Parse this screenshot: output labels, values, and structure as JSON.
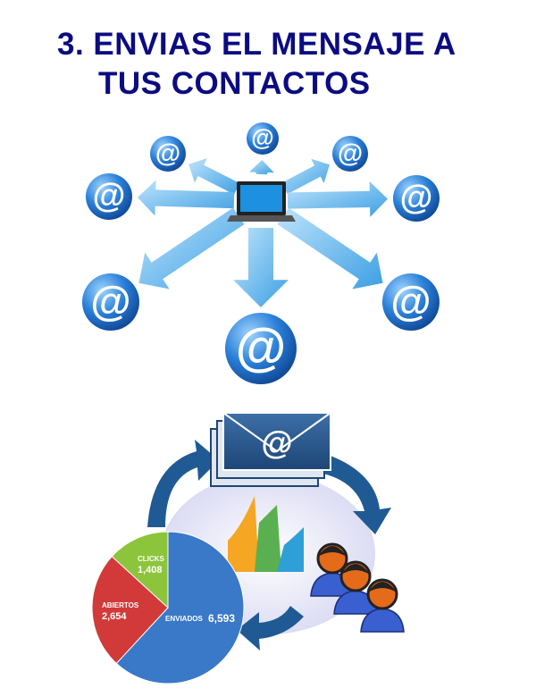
{
  "title": {
    "line1": "3. ENVIAS EL MENSAJE A",
    "line2": "TUS CONTACTOS"
  },
  "icons": {
    "email": "at-sign-icon",
    "laptop": "laptop-icon",
    "envelope": "envelope-icon",
    "contacts": "people-icon",
    "chart": "bar-chart-icon"
  },
  "at_symbol": "@",
  "colors": {
    "title": "#0b0b82",
    "at_blue": "#1a6fd0",
    "arrow": "#5ab4ee",
    "enviados": "#3a78c8",
    "abiertos": "#d23a3a",
    "clicks": "#8cc43c"
  },
  "chart_data": {
    "type": "pie",
    "slices": [
      {
        "label": "ENVIADOS",
        "value": 6593,
        "display": "6,593",
        "color": "#3a78c8"
      },
      {
        "label": "ABIERTOS",
        "value": 2654,
        "display": "2,654",
        "color": "#d23a3a"
      },
      {
        "label": "CLICKS",
        "value": 1408,
        "display": "1,408",
        "color": "#8cc43c"
      }
    ]
  }
}
